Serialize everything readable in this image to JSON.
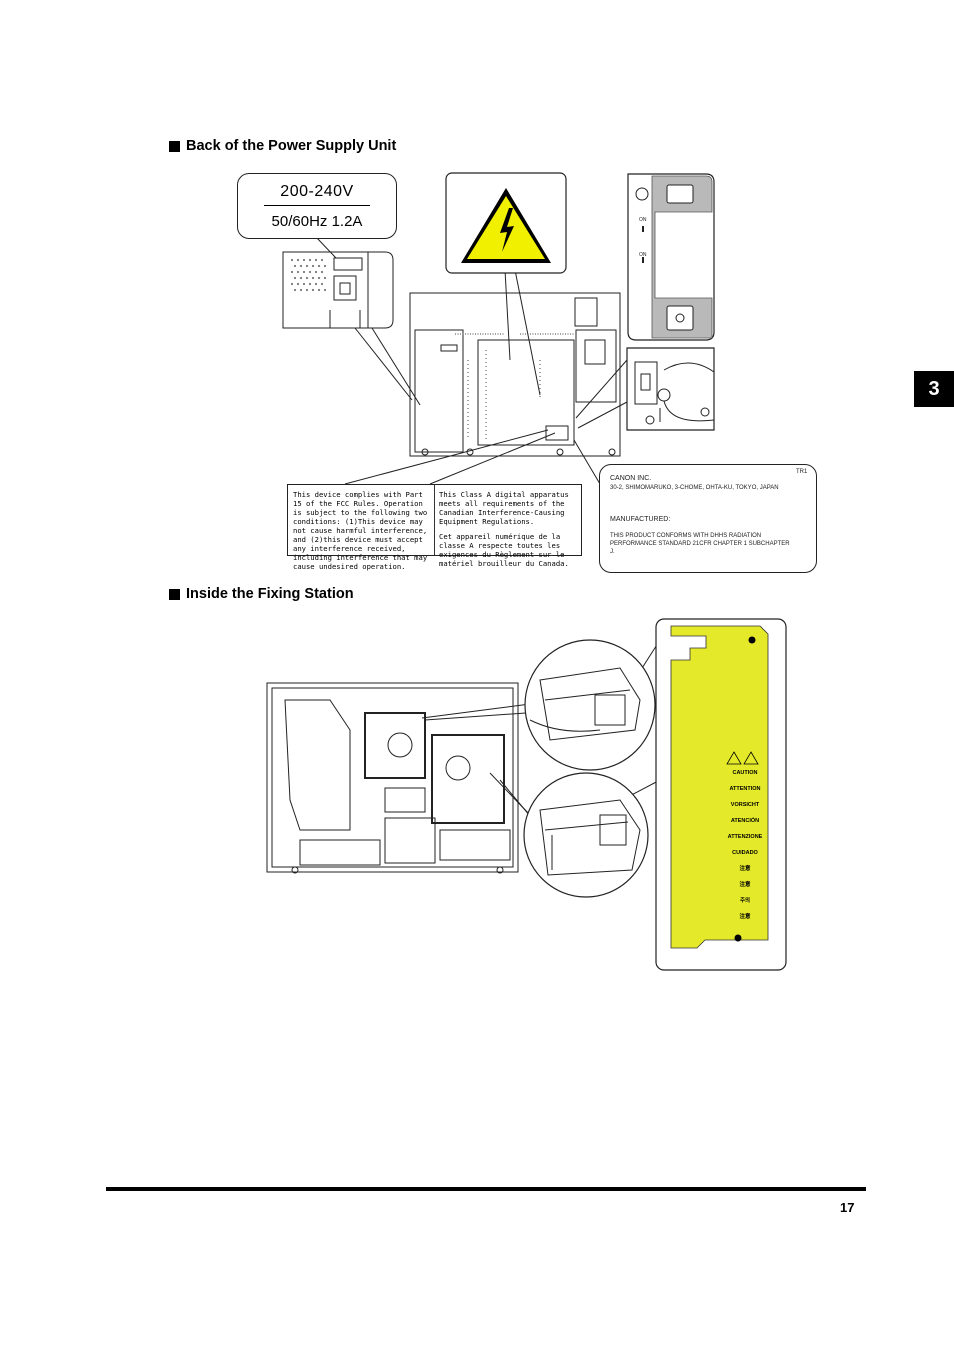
{
  "headings": {
    "power_supply": "Back of the Power Supply Unit",
    "fixing_station": "Inside the Fixing Station"
  },
  "chapter_tab": "3",
  "page_number": "17",
  "voltage_label": {
    "voltage": "200-240V",
    "rating": "50/60Hz   1.2A"
  },
  "switch_label": {
    "on1": "ON",
    "on2": "ON"
  },
  "fcc_label": {
    "left_text": "This device complies with Part 15 of the FCC Rules. Operation is subject to the following two conditions: (1)This device may not cause harmful interference, and (2)this device must accept any interference received, including interference that may cause undesired operation.",
    "right_text_en": "This Class A digital apparatus meets all requirements of the Canadian Interference-Causing Equipment Regulations.",
    "right_text_fr": "Cet appareil numérique de la classe A respecte toutes les exigences du Règlement sur le matériel brouilleur du Canada."
  },
  "canon_label": {
    "code": "TR1",
    "company": "CANON INC.",
    "address": "30-2, SHIMOMARUKO, 3-CHOME, OHTA-KU, TOKYO, JAPAN",
    "manufactured": "MANUFACTURED:",
    "conformity": "THIS PRODUCT CONFORMS WITH DHHS RADIATION PERFORMANCE STANDARD 21CFR CHAPTER 1 SUBCHAPTER J."
  },
  "caution_label": {
    "words": [
      "CAUTION",
      "ATTENTION",
      "VORSICHT",
      "ATENCIÓN",
      "ATTENZIONE",
      "CUIDADO",
      "注意",
      "注意",
      "주의",
      "注意"
    ]
  },
  "colors": {
    "warning_yellow": "#f0f000",
    "label_yellow": "#e4ea2a",
    "text": "#000000"
  }
}
